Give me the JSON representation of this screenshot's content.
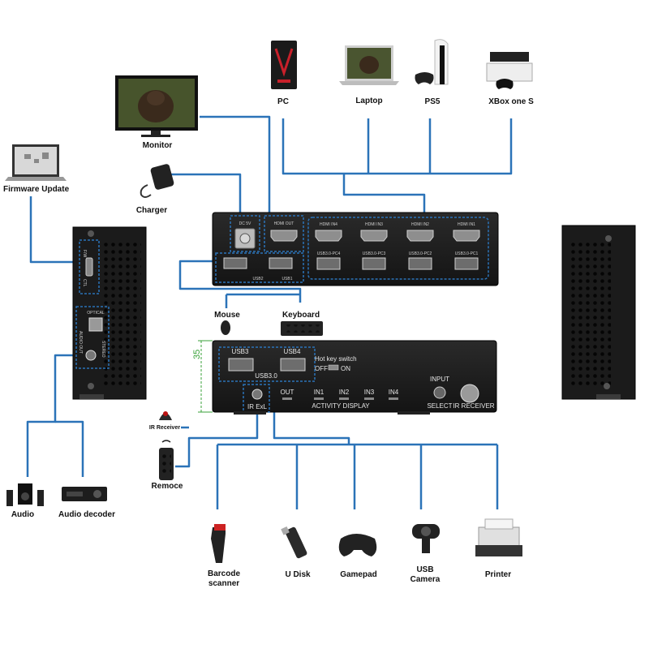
{
  "devices": {
    "monitor": "Monitor",
    "charger": "Charger",
    "firmware": "Firmware Update",
    "pc": "PC",
    "laptop": "Laptop",
    "ps5": "PS5",
    "xbox": "XBox one S",
    "mouse": "Mouse",
    "keyboard": "Keyboard",
    "ir_receiver": "IR Receiver",
    "remote": "Remoce",
    "audio": "Audio",
    "audio_decoder": "Audio decoder",
    "barcode": "Barcode\nscanner",
    "udisk": "U Disk",
    "gamepad": "Gamepad",
    "usb_camera": "USB\nCamera",
    "printer": "Printer"
  },
  "rear_panel": {
    "dc": "DC 5V",
    "hdmi_out": "HDMI OUT",
    "hdmi_in4": "HDMI IN4",
    "hdmi_in3": "HDMI IN3",
    "hdmi_in2": "HDMI IN2",
    "hdmi_in1": "HDMI IN1",
    "usb_pc4": "USB3.0-PC4",
    "usb_pc3": "USB3.0-PC3",
    "usb_pc2": "USB3.0-PC2",
    "usb_pc1": "USB3.0-PC1",
    "usb2": "USB2",
    "usb1": "USB1"
  },
  "side_panel": {
    "fw": "F/W",
    "ctl": "CTL",
    "optical": "OPTICAL",
    "audio_out": "AUDIO OUT",
    "stereo": "STEREO"
  },
  "front_panel": {
    "usb3": "USB3",
    "usb4": "USB4",
    "usb30": "USB3.0",
    "hotkey": "Hot key switch",
    "off": "OFF",
    "on": "ON",
    "out": "OUT",
    "in1": "IN1",
    "in2": "IN2",
    "in3": "IN3",
    "in4": "IN4",
    "input": "INPUT",
    "select": "SELECT",
    "ir_receiver": "IR RECEIVER",
    "ir_ext": "IR ExL",
    "activity": "ACTIVITY DISPLAY",
    "dimension": "35"
  },
  "colors": {
    "cable": "#2b73b8",
    "panel": "#1d1d1d",
    "dim": "#3aa23a"
  }
}
